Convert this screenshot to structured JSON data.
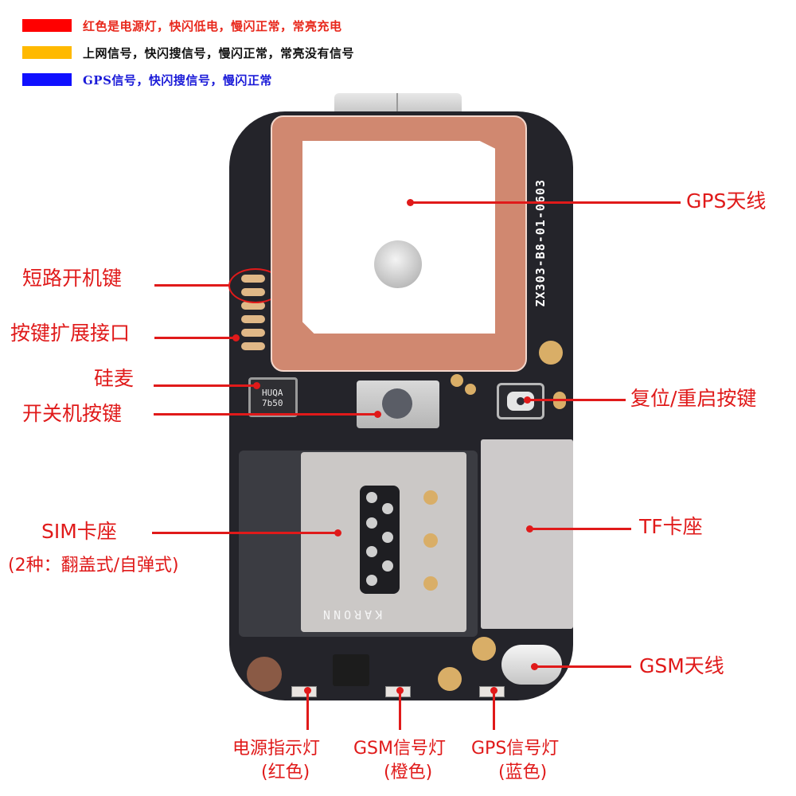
{
  "legend": [
    {
      "color": "#ff0000",
      "text_color": "#e8281c",
      "text": "红色是电源灯，快闪低电，慢闪正常，常亮充电"
    },
    {
      "color": "#ffb900",
      "text_color": "#111111",
      "text": "上网信号，快闪搜信号，慢闪正常，常亮没有信号"
    },
    {
      "color": "#1010ff",
      "text_color": "#1a1ad8",
      "text": "GPS信号，快闪搜信号，慢闪正常"
    }
  ],
  "callouts": {
    "gps_antenna": "GPS天线",
    "short_power_key": "短路开机键",
    "key_expansion_port": "按键扩展接口",
    "silicon_mic": "硅麦",
    "power_button": "开关机按键",
    "reset_button": "复位/重启按键",
    "sim_slot": "SIM卡座",
    "sim_slot_note": "(2种：翻盖式/自弹式)",
    "tf_slot": "TF卡座",
    "gsm_antenna": "GSM天线",
    "power_led": "电源指示灯",
    "power_led_color": "(红色)",
    "gsm_led": "GSM信号灯",
    "gsm_led_color": "(橙色)",
    "gps_led": "GPS信号灯",
    "gps_led_color": "(蓝色)"
  },
  "board": {
    "silkscreen": "ZX303-B8-01-0603",
    "mic_marking_line1": "HUQA",
    "mic_marking_line2": "7b50",
    "sim_brand": "KARONN"
  },
  "colors": {
    "callout_red": "#e01a1a",
    "pcb": "#24242a",
    "antenna_ceramic": "#d08870"
  }
}
